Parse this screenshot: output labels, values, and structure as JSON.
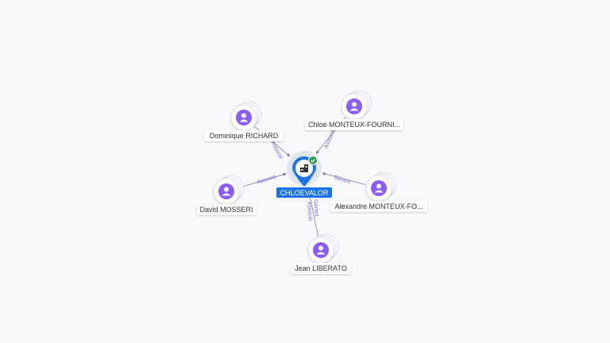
{
  "center": {
    "name": "CHLOEVALOR",
    "color": "#1a73e8",
    "icon": "building-icon",
    "badge_icon": "check-badge-icon",
    "badge_color": "#2e9e4f"
  },
  "person_color": "#8b5cf6",
  "person_icon": "person-icon",
  "people": [
    {
      "id": "dominique",
      "name": "Dominique RICHARD",
      "roles": [
        "Associé"
      ]
    },
    {
      "id": "chloe",
      "name": "Chloé MONTEUX-FOURNI...",
      "roles": [
        "Associé"
      ]
    },
    {
      "id": "david",
      "name": "David MOSSERI",
      "roles": [
        "Associé"
      ]
    },
    {
      "id": "alexandre",
      "name": "Alexandre MONTEUX-FO...",
      "roles": [
        "Gérant"
      ]
    },
    {
      "id": "jean",
      "name": "Jean LIBERATO",
      "roles": [
        "Gérant",
        "Associé"
      ]
    }
  ]
}
